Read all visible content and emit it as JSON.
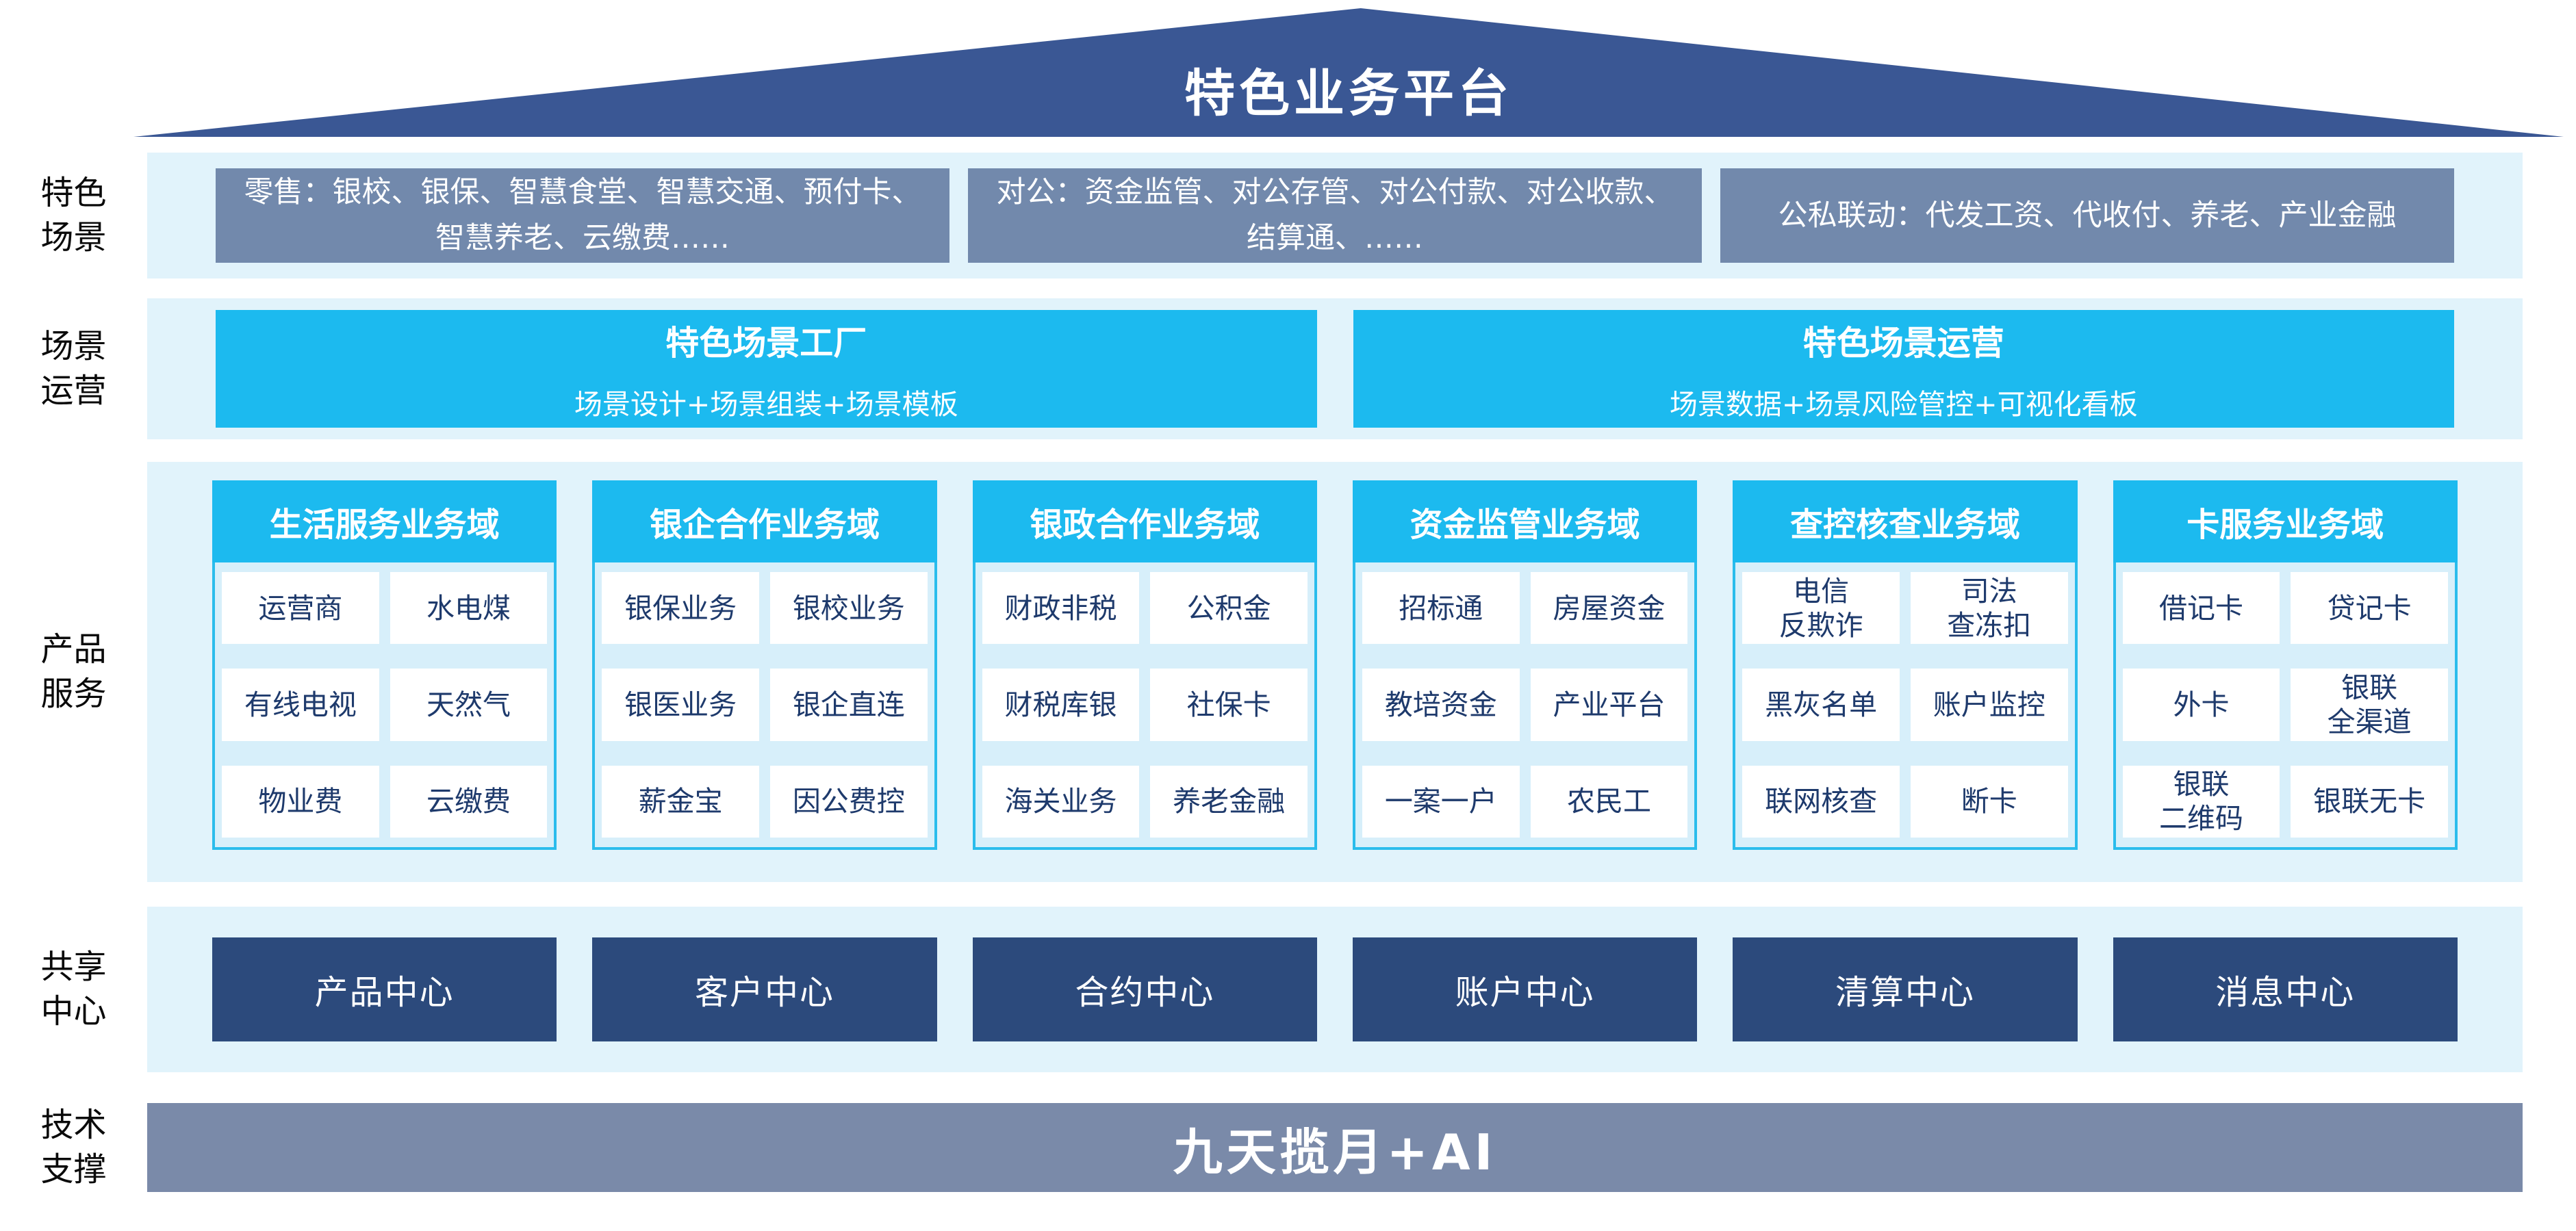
{
  "roof": {
    "title": "特色业务平台"
  },
  "sections": {
    "scene": {
      "label": "特色\n场景",
      "boxes": [
        "零售：银校、银保、智慧食堂、智慧交通、预付卡、智慧养老、云缴费……",
        "对公：资金监管、对公存管、对公付款、对公收款、结算通、……",
        "公私联动：代发工资、代收付、养老、产业金融"
      ]
    },
    "operation": {
      "label": "场景\n运营",
      "boxes": [
        {
          "title": "特色场景工厂",
          "subtitle": "场景设计+场景组装+场景模板"
        },
        {
          "title": "特色场景运营",
          "subtitle": "场景数据+场景风险管控+可视化看板"
        }
      ]
    },
    "products": {
      "label": "产品\n服务",
      "columns": [
        {
          "header": "生活服务业务域",
          "items": [
            "运营商",
            "水电煤",
            "有线电视",
            "天然气",
            "物业费",
            "云缴费"
          ]
        },
        {
          "header": "银企合作业务域",
          "items": [
            "银保业务",
            "银校业务",
            "银医业务",
            "银企直连",
            "薪金宝",
            "因公费控"
          ]
        },
        {
          "header": "银政合作业务域",
          "items": [
            "财政非税",
            "公积金",
            "财税库银",
            "社保卡",
            "海关业务",
            "养老金融"
          ]
        },
        {
          "header": "资金监管业务域",
          "items": [
            "招标通",
            "房屋资金",
            "教培资金",
            "产业平台",
            "一案一户",
            "农民工"
          ]
        },
        {
          "header": "查控核查业务域",
          "items": [
            "电信\n反欺诈",
            "司法\n查冻扣",
            "黑灰名单",
            "账户监控",
            "联网核查",
            "断卡"
          ]
        },
        {
          "header": "卡服务业务域",
          "items": [
            "借记卡",
            "贷记卡",
            "外卡",
            "银联\n全渠道",
            "银联\n二维码",
            "银联无卡"
          ]
        }
      ]
    },
    "centers": {
      "label": "共享\n中心",
      "boxes": [
        "产品中心",
        "客户中心",
        "合约中心",
        "账户中心",
        "清算中心",
        "消息中心"
      ]
    },
    "tech": {
      "label": "技术\n支撑",
      "text": "九天揽月+AI"
    }
  },
  "colors": {
    "roof_navy": "#3A5794",
    "scene_box_blue_gray": "#7289AC",
    "accent_cyan": "#1CBAEF",
    "band_light_blue": "#E1F3FB",
    "column_body_blue": "#D7EFFA",
    "item_text_navy": "#1E3A6C",
    "center_box_navy": "#2C4A7C",
    "tech_bar_gray_blue": "#7A8AA9"
  }
}
